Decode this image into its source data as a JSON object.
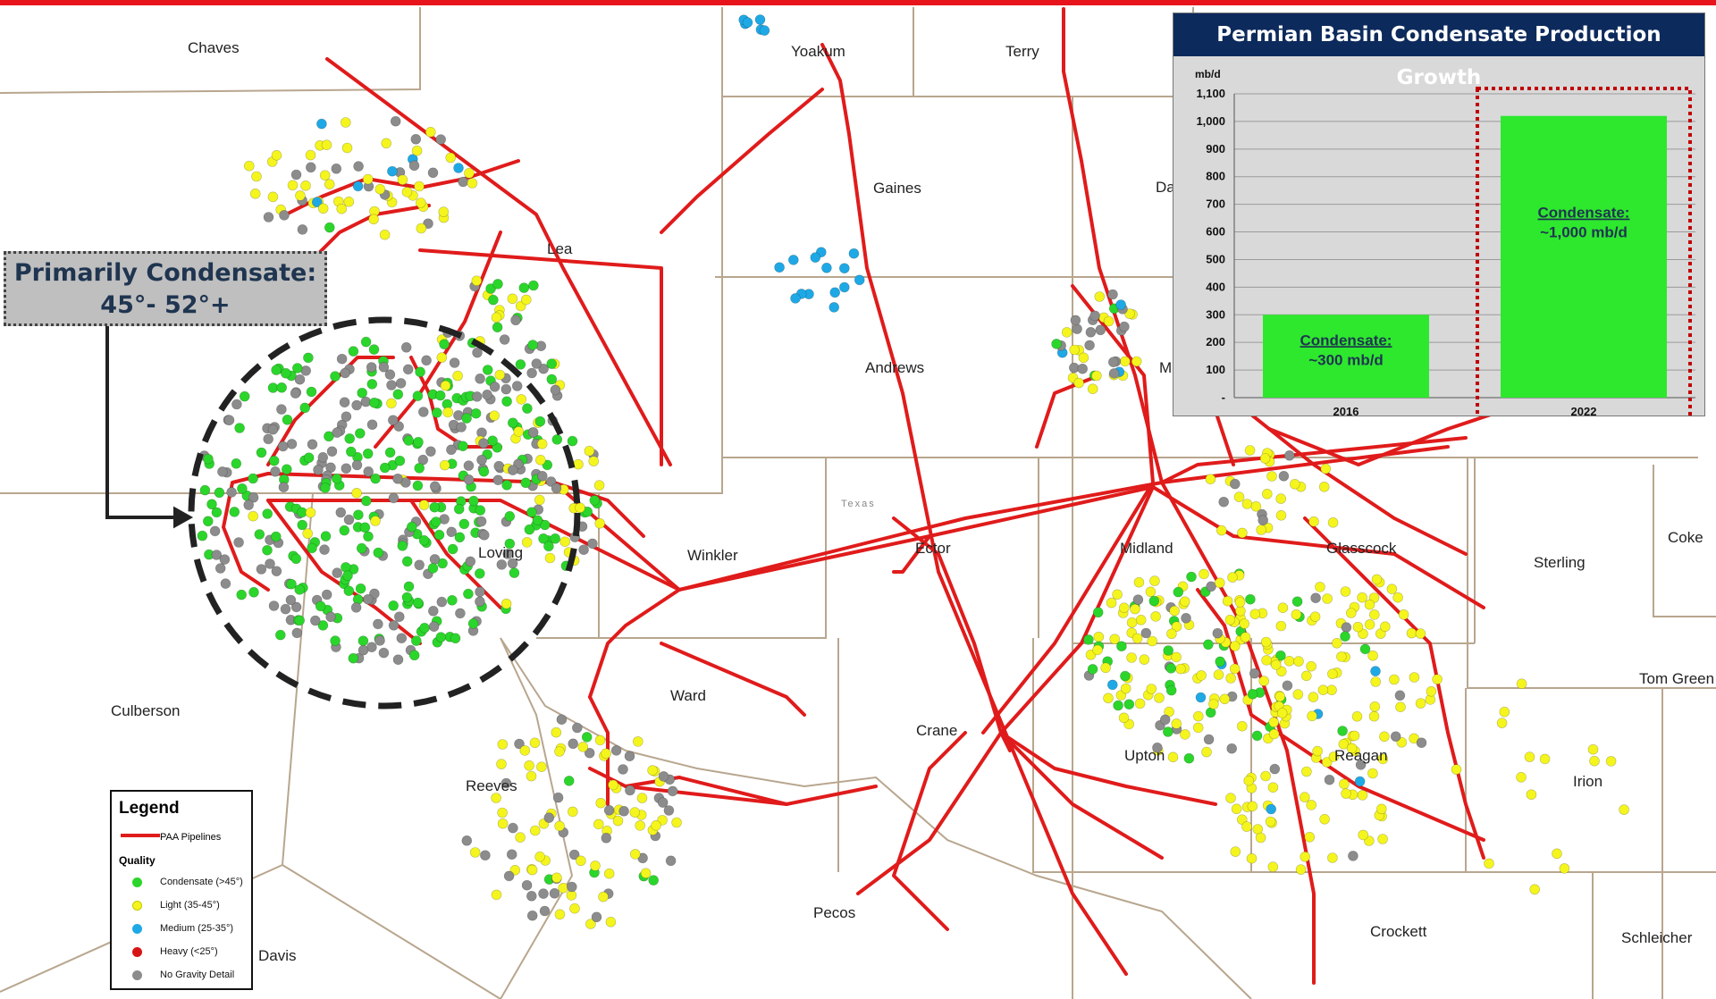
{
  "callout": {
    "line1": "Primarily Condensate:",
    "line2": "45°- 52°+"
  },
  "inset": {
    "title": "Permian Basin Condensate Production Growth",
    "chart_data": {
      "type": "bar",
      "title": "Permian Basin Condensate Production Growth",
      "ylabel": "mb/d",
      "categories": [
        "2016",
        "2022"
      ],
      "values": [
        300,
        1020
      ],
      "ylim": [
        0,
        1100
      ],
      "yticks": [
        "-",
        "100",
        "200",
        "300",
        "400",
        "500",
        "600",
        "700",
        "800",
        "900",
        "1,000",
        "1,100"
      ],
      "annotations": [
        {
          "label": "Condensate:",
          "value": "~300 mb/d"
        },
        {
          "label": "Condensate:",
          "value": "~1,000 mb/d"
        }
      ],
      "bar_color": "#2ee82e",
      "grid": true,
      "highlight": "2022"
    }
  },
  "legend": {
    "title": "Legend",
    "pipeline": "PAA Pipelines",
    "quality": "Quality",
    "items": [
      {
        "label": "Condensate (>45°)",
        "color": "#2bd62b"
      },
      {
        "label": "Light (35-45°)",
        "color": "#f5f51e"
      },
      {
        "label": "Medium (25-35°)",
        "color": "#1ea9e6"
      },
      {
        "label": "Heavy (<25°)",
        "color": "#d81414"
      },
      {
        "label": "No Gravity Detail",
        "color": "#8c8c8c"
      }
    ]
  },
  "state_label": "Texas",
  "counties": [
    "Chaves",
    "Yoakum",
    "Terry",
    "Gaines",
    "Da",
    "Lea",
    "Andrews",
    "M",
    "Loving",
    "Winkler",
    "Ector",
    "Midland",
    "Glasscock",
    "Sterling",
    "Coke",
    "Culberson",
    "Ward",
    "Crane",
    "Upton",
    "Reagan",
    "Irion",
    "Tom Green",
    "Reeves",
    "Pecos",
    "Crockett",
    "Schleicher",
    "Davis"
  ],
  "colors": {
    "pipeline": "#e01b1b",
    "condensate": "#2bd62b",
    "light": "#f5f51e",
    "medium": "#1ea9e6",
    "nodetail": "#8c8c8c",
    "border": "#b8a68e",
    "header": "#e8141b"
  }
}
